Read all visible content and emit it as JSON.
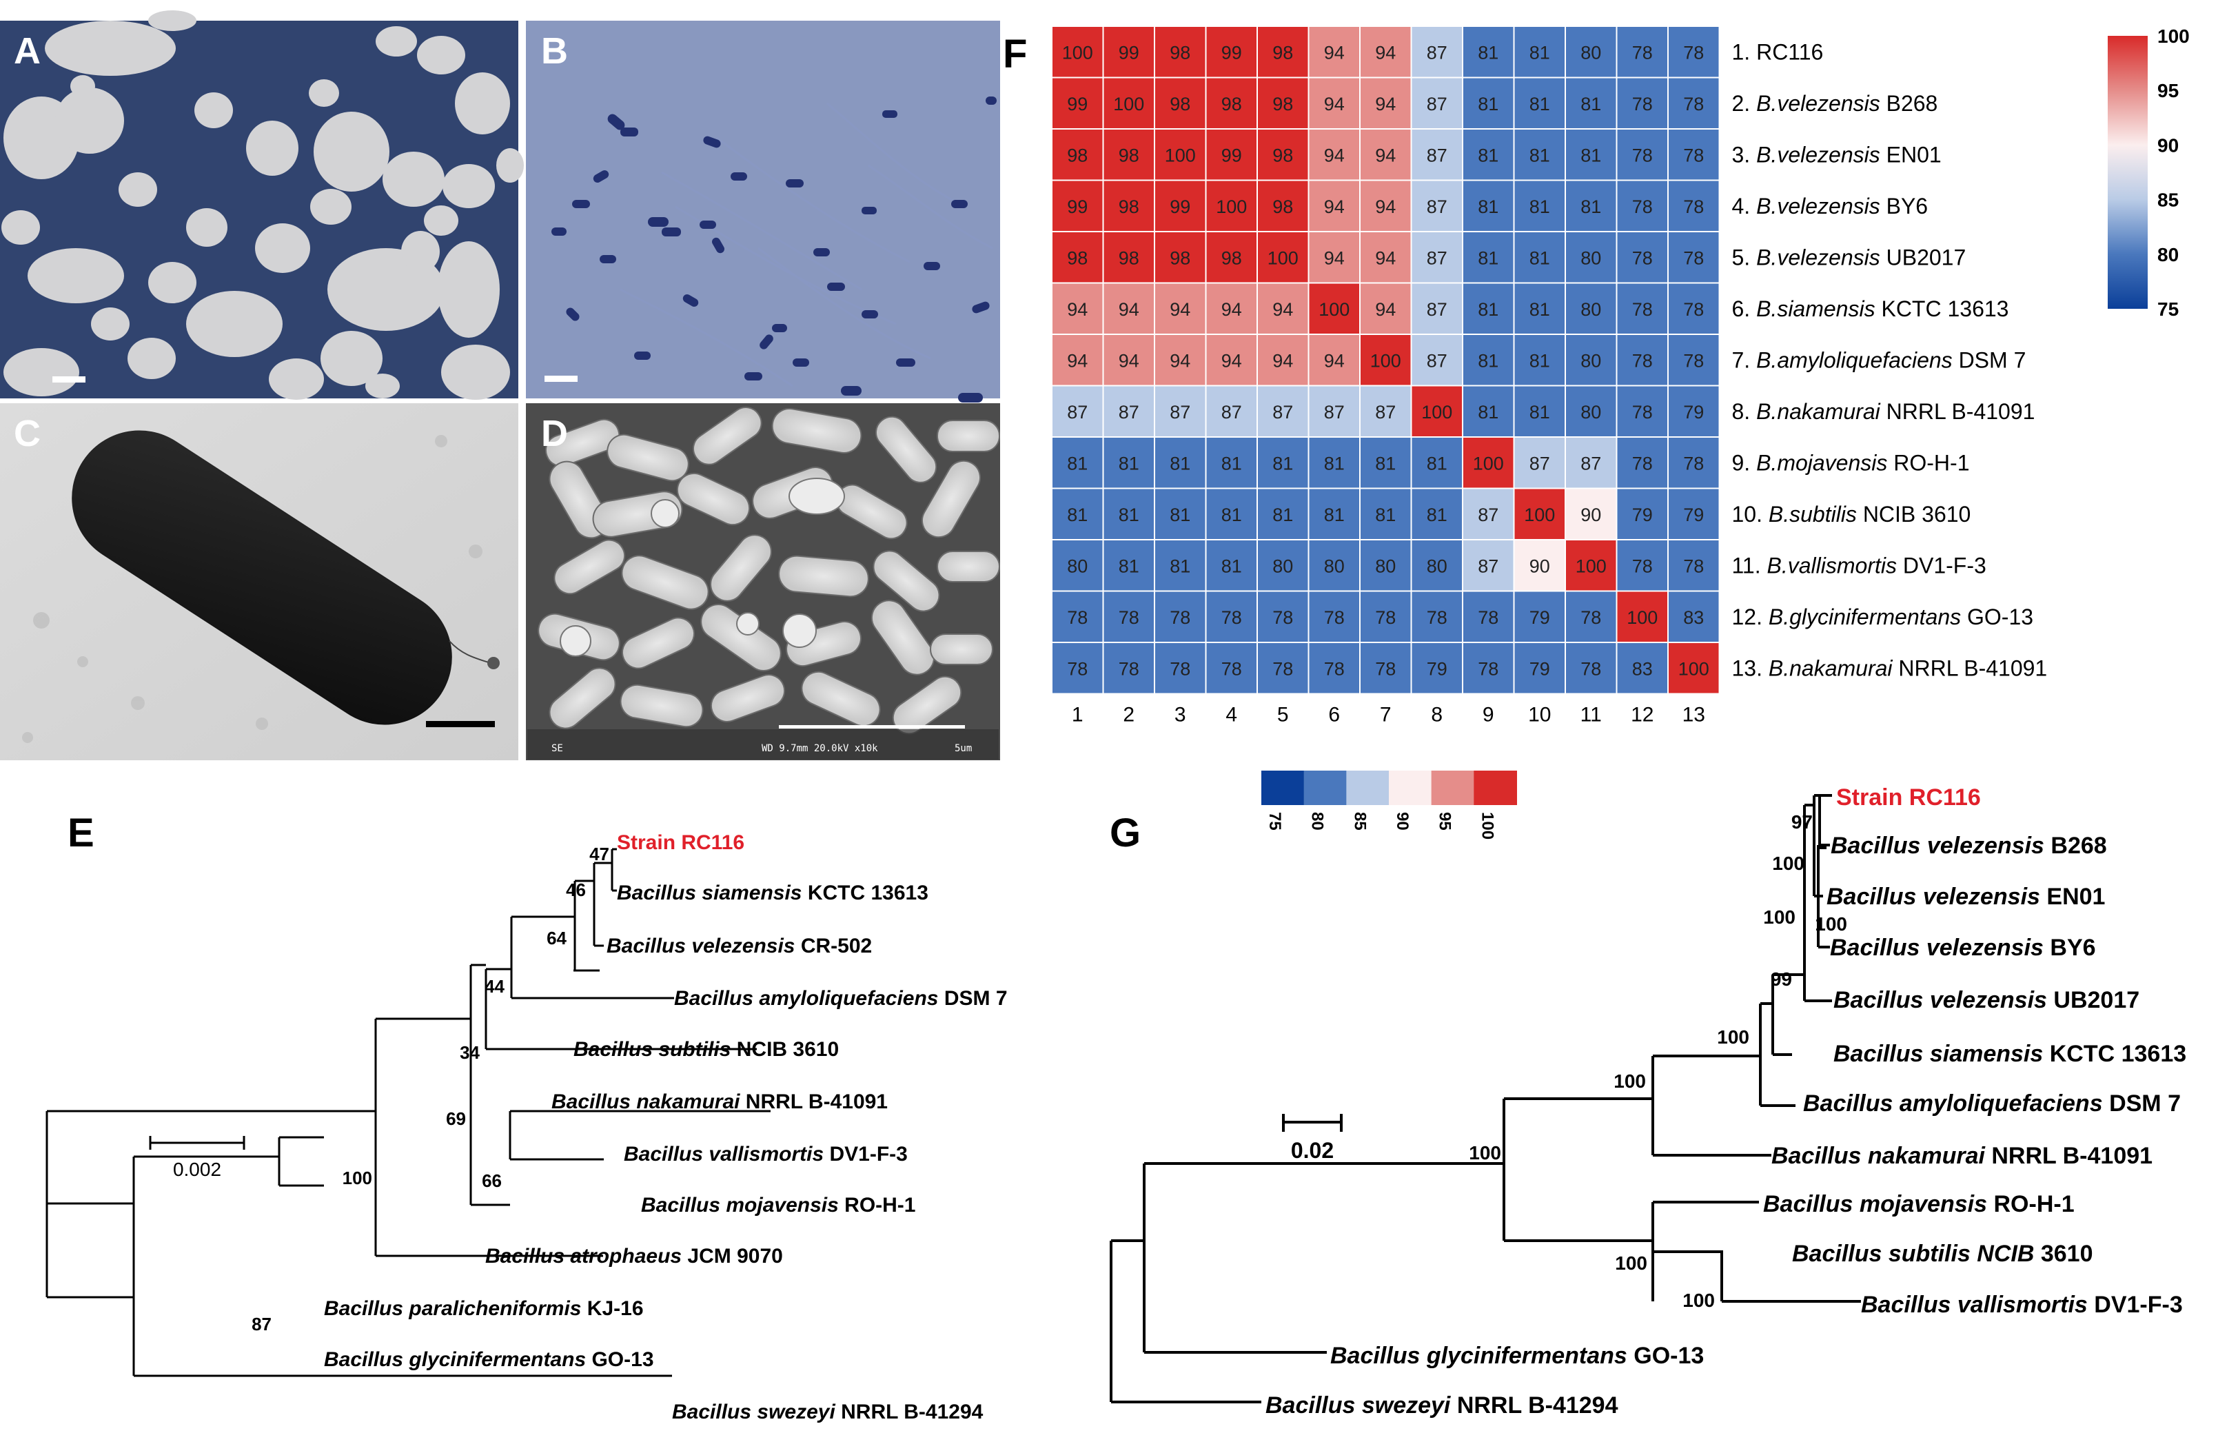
{
  "figure": {
    "panels": {
      "A": "A",
      "B": "B",
      "C": "C",
      "D": "D",
      "E": "E",
      "F": "F",
      "G": "G"
    },
    "sem_info_left": "SE",
    "sem_info_right": "WD 9.7mm 20.0kV x10k",
    "sem_scale_text": "5um",
    "colors": {
      "heat_75": "#0b3f99",
      "heat_80": "#4a78bd",
      "heat_85": "#b9cbe6",
      "heat_90": "#fbeeee",
      "heat_95": "#e58d8a",
      "heat_100": "#d92b2a",
      "highlight": "#e0202a",
      "plate_bg": "#2c3e68",
      "stain_bg": "#7c8cb8"
    }
  },
  "heatmap": {
    "type": "heatmap",
    "row_labels": [
      {
        "num": "1.",
        "genus": "RC116",
        "strain": ""
      },
      {
        "num": "2.",
        "genus": "B.velezensis",
        "strain": "B268"
      },
      {
        "num": "3.",
        "genus": "B.velezensis",
        "strain": "EN01"
      },
      {
        "num": "4.",
        "genus": "B.velezensis",
        "strain": "BY6"
      },
      {
        "num": "5.",
        "genus": "B.velezensis",
        "strain": "UB2017"
      },
      {
        "num": "6.",
        "genus": "B.siamensis",
        "strain": "KCTC 13613"
      },
      {
        "num": "7.",
        "genus": "B.amyloliquefaciens",
        "strain": "DSM 7"
      },
      {
        "num": "8.",
        "genus": "B.nakamurai",
        "strain": "NRRL B-41091"
      },
      {
        "num": "9.",
        "genus": "B.mojavensis",
        "strain": "RO-H-1"
      },
      {
        "num": "10.",
        "genus": "B.subtilis",
        "strain": "NCIB 3610"
      },
      {
        "num": "11.",
        "genus": "B.vallismortis",
        "strain": "DV1-F-3"
      },
      {
        "num": "12.",
        "genus": "B.glycinifermentans",
        "strain": "GO-13"
      },
      {
        "num": "13.",
        "genus": "B.nakamurai",
        "strain": "NRRL B-41091"
      }
    ],
    "col_labels": [
      "1",
      "2",
      "3",
      "4",
      "5",
      "6",
      "7",
      "8",
      "9",
      "10",
      "11",
      "12",
      "13"
    ],
    "values": [
      [
        100,
        99,
        98,
        99,
        98,
        94,
        94,
        87,
        81,
        81,
        80,
        78,
        78
      ],
      [
        99,
        100,
        98,
        98,
        98,
        94,
        94,
        87,
        81,
        81,
        81,
        78,
        78
      ],
      [
        98,
        98,
        100,
        99,
        98,
        94,
        94,
        87,
        81,
        81,
        81,
        78,
        78
      ],
      [
        99,
        98,
        99,
        100,
        98,
        94,
        94,
        87,
        81,
        81,
        81,
        78,
        78
      ],
      [
        98,
        98,
        98,
        98,
        100,
        94,
        94,
        87,
        81,
        81,
        80,
        78,
        78
      ],
      [
        94,
        94,
        94,
        94,
        94,
        100,
        94,
        87,
        81,
        81,
        80,
        78,
        78
      ],
      [
        94,
        94,
        94,
        94,
        94,
        94,
        100,
        87,
        81,
        81,
        80,
        78,
        78
      ],
      [
        87,
        87,
        87,
        87,
        87,
        87,
        87,
        100,
        81,
        81,
        80,
        78,
        79
      ],
      [
        81,
        81,
        81,
        81,
        81,
        81,
        81,
        81,
        100,
        87,
        87,
        78,
        78
      ],
      [
        81,
        81,
        81,
        81,
        81,
        81,
        81,
        81,
        87,
        100,
        90,
        79,
        79
      ],
      [
        80,
        81,
        81,
        81,
        80,
        80,
        80,
        80,
        87,
        90,
        100,
        78,
        78
      ],
      [
        78,
        78,
        78,
        78,
        78,
        78,
        78,
        78,
        78,
        79,
        78,
        100,
        83
      ],
      [
        78,
        78,
        78,
        78,
        78,
        78,
        78,
        79,
        78,
        79,
        78,
        83,
        100
      ]
    ],
    "legend_ticks": [
      "100",
      "95",
      "90",
      "85",
      "80",
      "75"
    ],
    "bottom_legend_ticks": [
      "75",
      "80",
      "85",
      "90",
      "95",
      "100"
    ]
  },
  "tree_e": {
    "scale_label": "0.002",
    "tips": [
      {
        "genus": "Strain RC116",
        "strain": "",
        "highlight": true
      },
      {
        "genus": "Bacillus siamensis",
        "strain": "KCTC 13613"
      },
      {
        "genus": "Bacillus velezensis",
        "strain": "CR-502"
      },
      {
        "genus": "Bacillus amyloliquefaciens",
        "strain": "DSM 7"
      },
      {
        "genus": "Bacillus subtilis",
        "strain": "NCIB 3610"
      },
      {
        "genus": "Bacillus nakamurai",
        "strain": "NRRL B-41091"
      },
      {
        "genus": "Bacillus vallismortis",
        "strain": "DV1-F-3"
      },
      {
        "genus": "Bacillus mojavensis",
        "strain": "RO-H-1"
      },
      {
        "genus": "Bacillus atrophaeus",
        "strain": "JCM 9070"
      },
      {
        "genus": "Bacillus paralicheniformis",
        "strain": "KJ-16"
      },
      {
        "genus": "Bacillus glycinifermentans",
        "strain": "GO-13"
      },
      {
        "genus": "Bacillus swezeyi",
        "strain": "NRRL B-41294"
      }
    ],
    "bootstrap": [
      "47",
      "46",
      "64",
      "44",
      "34",
      "69",
      "66",
      "100",
      "87"
    ]
  },
  "tree_g": {
    "scale_label": "0.02",
    "tips": [
      {
        "genus": "Strain RC116",
        "strain": "",
        "highlight": true
      },
      {
        "genus": "Bacillus velezensis",
        "strain": "B268"
      },
      {
        "genus": "Bacillus velezensis",
        "strain": "EN01"
      },
      {
        "genus": "Bacillus velezensis",
        "strain": "BY6"
      },
      {
        "genus": "Bacillus velezensis",
        "strain": "UB2017"
      },
      {
        "genus": "Bacillus siamensis",
        "strain": "KCTC 13613"
      },
      {
        "genus": "Bacillus amyloliquefaciens",
        "strain": "DSM 7"
      },
      {
        "genus": "Bacillus nakamurai",
        "strain": "NRRL B-41091"
      },
      {
        "genus": "Bacillus mojavensis",
        "strain": "RO-H-1"
      },
      {
        "genus": "Bacillus subtilis NCIB",
        "strain": "3610"
      },
      {
        "genus": "Bacillus vallismortis",
        "strain": "DV1-F-3"
      },
      {
        "genus": "Bacillus glycinifermentans",
        "strain": "GO-13"
      },
      {
        "genus": "Bacillus swezeyi",
        "strain": "NRRL B-41294"
      }
    ],
    "bootstrap": [
      "97",
      "100",
      "100",
      "100",
      "99",
      "100",
      "100",
      "100",
      "100",
      "100"
    ]
  }
}
